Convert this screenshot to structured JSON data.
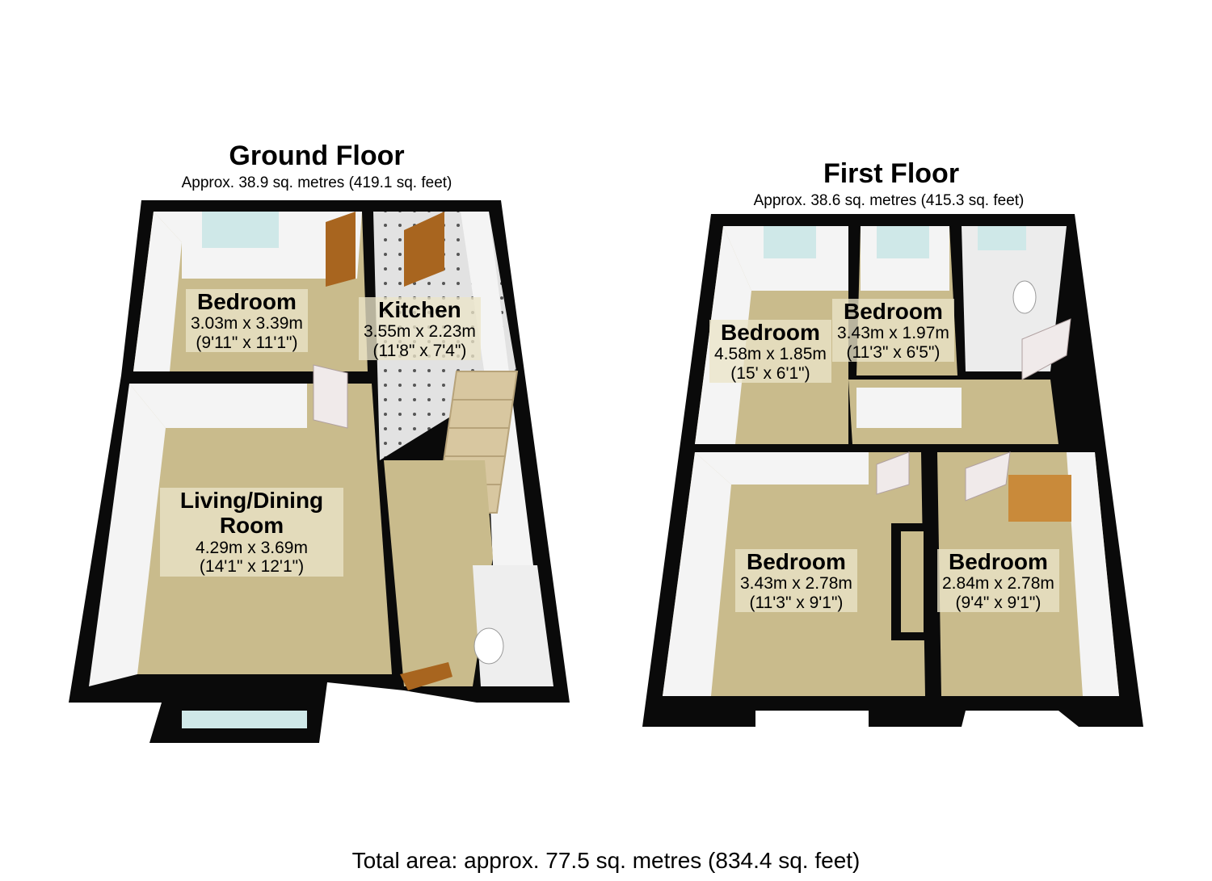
{
  "floors": {
    "ground": {
      "title": "Ground Floor",
      "area": "Approx. 38.9 sq. metres (419.1 sq. feet)",
      "rooms": [
        {
          "name": "Bedroom",
          "metric": "3.03m x 3.39m",
          "imperial": "(9'11\" x 11'1\")"
        },
        {
          "name": "Kitchen",
          "metric": "3.55m x 2.23m",
          "imperial": "(11'8\" x 7'4\")"
        },
        {
          "name": "Living/Dining Room",
          "metric": "4.29m x 3.69m",
          "imperial": "(14'1\" x 12'1\")"
        }
      ]
    },
    "first": {
      "title": "First Floor",
      "area": "Approx. 38.6 sq. metres (415.3 sq. feet)",
      "rooms": [
        {
          "name": "Bedroom",
          "metric": "4.58m x 1.85m",
          "imperial": "(15' x 6'1\")"
        },
        {
          "name": "Bedroom",
          "metric": "3.43m x 1.97m",
          "imperial": "(11'3\" x 6'5\")"
        },
        {
          "name": "Bedroom",
          "metric": "3.43m x 2.78m",
          "imperial": "(11'3\" x 9'1\")"
        },
        {
          "name": "Bedroom",
          "metric": "2.84m x 2.78m",
          "imperial": "(9'4\" x 9'1\")"
        }
      ]
    }
  },
  "total_area": "Total area: approx. 77.5 sq. metres (834.4 sq. feet)",
  "colors": {
    "wall": "#0a0a0a",
    "wall_inner": "#f4f4f4",
    "carpet": "#c9bb8c",
    "tile": "#d8d8d8",
    "door": "#a8651f",
    "window": "#cfe8e8",
    "furniture": "#c98a3a"
  }
}
